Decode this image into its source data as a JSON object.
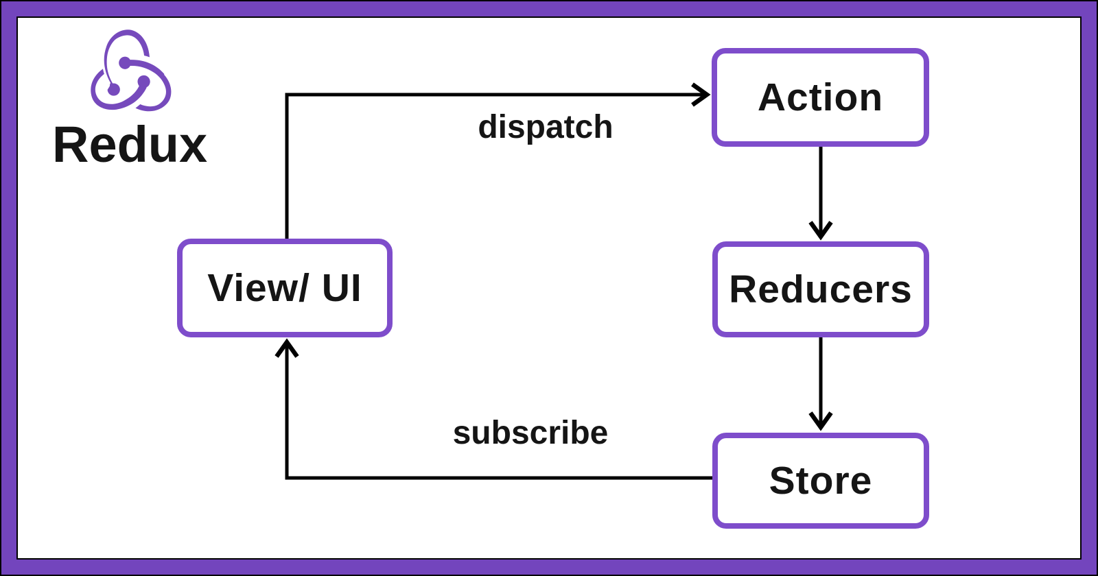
{
  "brand": {
    "wordmark": "Redux"
  },
  "diagram": {
    "nodes": {
      "action": "Action",
      "reducers": "Reducers",
      "store": "Store",
      "view_ui": "View/ UI"
    },
    "edge_labels": {
      "dispatch": "dispatch",
      "subscribe": "subscribe"
    }
  },
  "colors": {
    "frame_purple": "#7345bd",
    "node_border_purple": "#7e4dcb",
    "logo_purple": "#764abc",
    "line_black": "#000000",
    "text_black": "#151515",
    "background_white": "#ffffff"
  }
}
